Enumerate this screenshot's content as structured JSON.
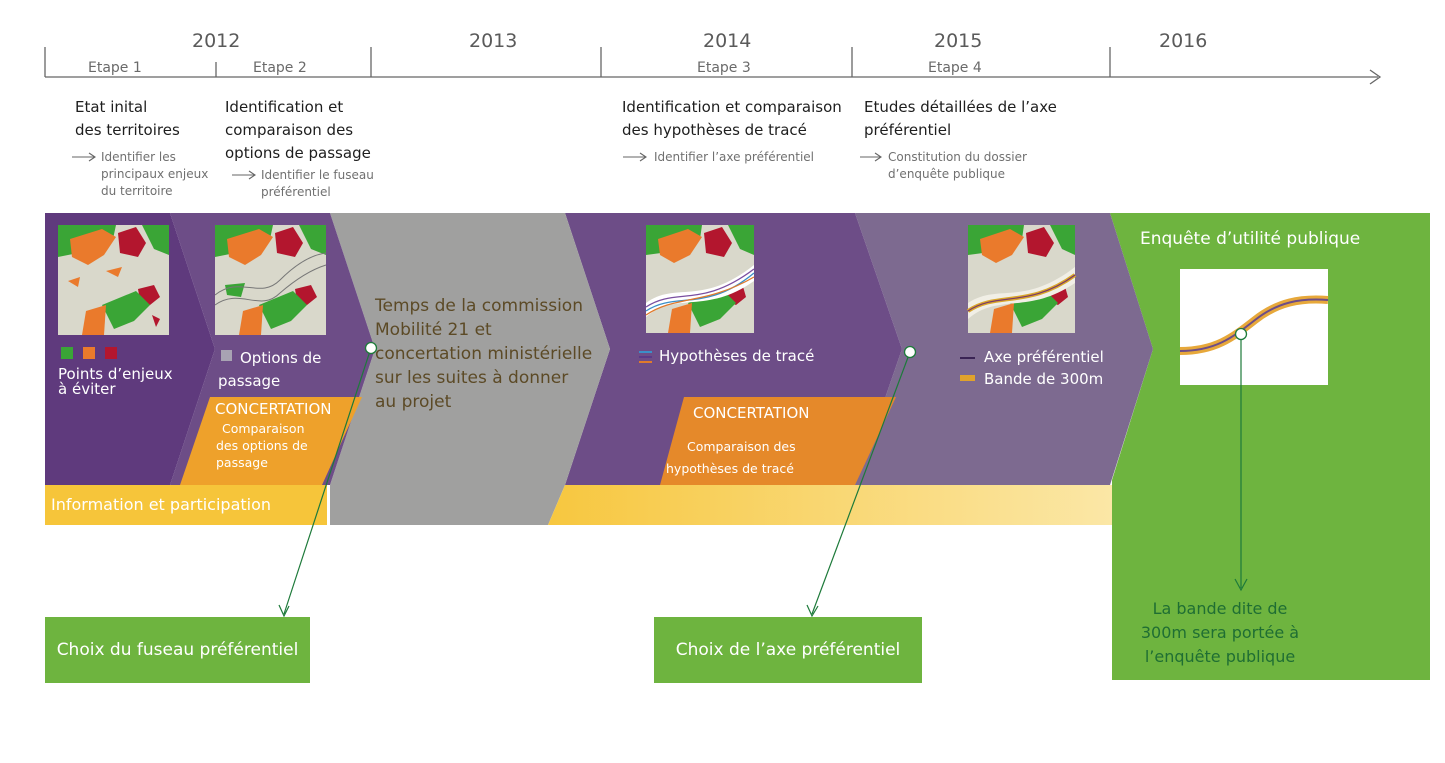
{
  "timeline": {
    "years": [
      "2012",
      "2013",
      "2014",
      "2015",
      "2016"
    ],
    "etapes": [
      "Etape 1",
      "Etape 2",
      "Etape 3",
      "Etape 4"
    ]
  },
  "phases": {
    "etat_initial": {
      "title_l1": "Etat inital",
      "title_l2": "des territoires",
      "sub_l1": "Identifier les",
      "sub_l2": "principaux enjeux",
      "sub_l3": "du territoire"
    },
    "identification_options": {
      "title_l1": "Identification et",
      "title_l2": "comparaison des",
      "title_l3": "options de passage",
      "sub_l1": "Identifier le fuseau",
      "sub_l2": "préférentiel"
    },
    "identification_hypotheses": {
      "title_l1": "Identification et comparaison",
      "title_l2": "des hypothèses de tracé",
      "sub_l1": "Identifier l’axe préférentiel"
    },
    "etudes_detaillees": {
      "title_l1": "Etudes détaillées de l’axe",
      "title_l2": "préférentiel",
      "sub_l1": "Constitution du dossier",
      "sub_l2": "d’enquête publique"
    }
  },
  "legend": {
    "points_l1": "Points d’enjeux",
    "points_l2": "à éviter",
    "options_l1": "Options de",
    "options_l2": "passage",
    "hypotheses": "Hypothèses de tracé",
    "axe": "Axe préférentiel",
    "bande": "Bande de 300m"
  },
  "commission": {
    "l1": "Temps de la commission",
    "l2": " Mobilité 21 et",
    "l3": "concertation ministérielle",
    "l4": "sur les suites à donner",
    "l5": "au projet"
  },
  "concertation1": {
    "title": "CONCERTATION",
    "l1": "Comparaison",
    "l2": "des options de",
    "l3": "passage"
  },
  "concertation2": {
    "title": "CONCERTATION",
    "l1": "Comparaison des",
    "l2": "hypothèses de tracé"
  },
  "info_participation": "Information et participation",
  "enquete": {
    "title": "Enquête d’utilité publique",
    "note_l1": "La bande dite de",
    "note_l2": "300m sera portée à",
    "note_l3": "l’enquête publique"
  },
  "choices": {
    "fuseau": "Choix du fuseau préférentiel",
    "axe": "Choix de l’axe préférentiel"
  },
  "colors": {
    "purple_dark": "#5f3a7d",
    "purple_mid": "#6d4d87",
    "purple_light": "#7d6a90",
    "gray": "#a0a09f",
    "green": "#6eb43f",
    "orange": "#e5892a",
    "orange_light": "#eea12b",
    "yellow": "#f6c53a",
    "red": "#b3162e"
  }
}
